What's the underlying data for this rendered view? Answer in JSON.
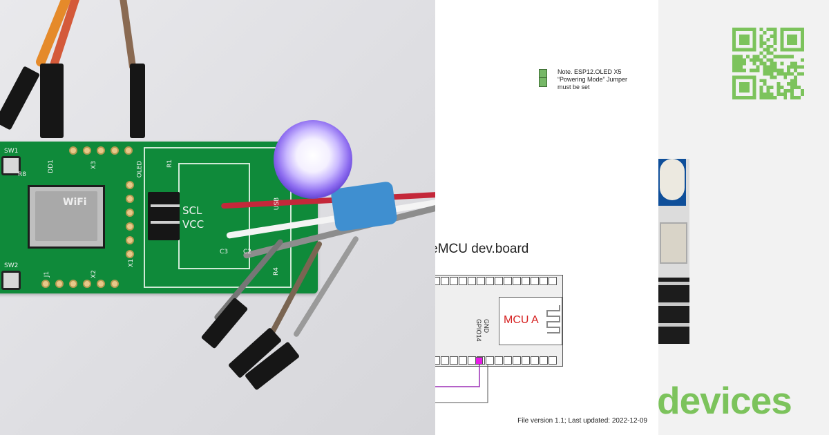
{
  "photo": {
    "silkscreen": {
      "sw1": "SW1",
      "sw2": "SW2",
      "r8": "R8",
      "x3": "X3",
      "oled": "OLED",
      "r1": "R1",
      "scl": "SCL",
      "vcc": "VCC",
      "usb": "USB",
      "x1": "X1",
      "x2": "X2",
      "c3": "C3",
      "c2": "C2",
      "r4": "R4",
      "j1": "J1",
      "dd1": "DD1"
    },
    "module": {
      "brand": "WiFi"
    },
    "led_color": "#9c82ff"
  },
  "schematic": {
    "note_line1": "Note. ESP12.OLED X5",
    "note_line2": "“Powering Mode” Jumper",
    "note_line3": "must be set",
    "board_title": "odeMCU dev.board",
    "mcu_label": "MCU A",
    "pin_gnd": "GND",
    "pin_gpio14": "GPIO14",
    "footer": "File version 1.1; Last updated: 2022-12-09",
    "highlight_color": "#e81be8",
    "mcu_label_color": "#d62020"
  },
  "right": {
    "brand_text": "devices",
    "brand_color": "#7cc35c",
    "qr_color": "#7cc35c",
    "qr_icon": "qr-code-icon"
  }
}
